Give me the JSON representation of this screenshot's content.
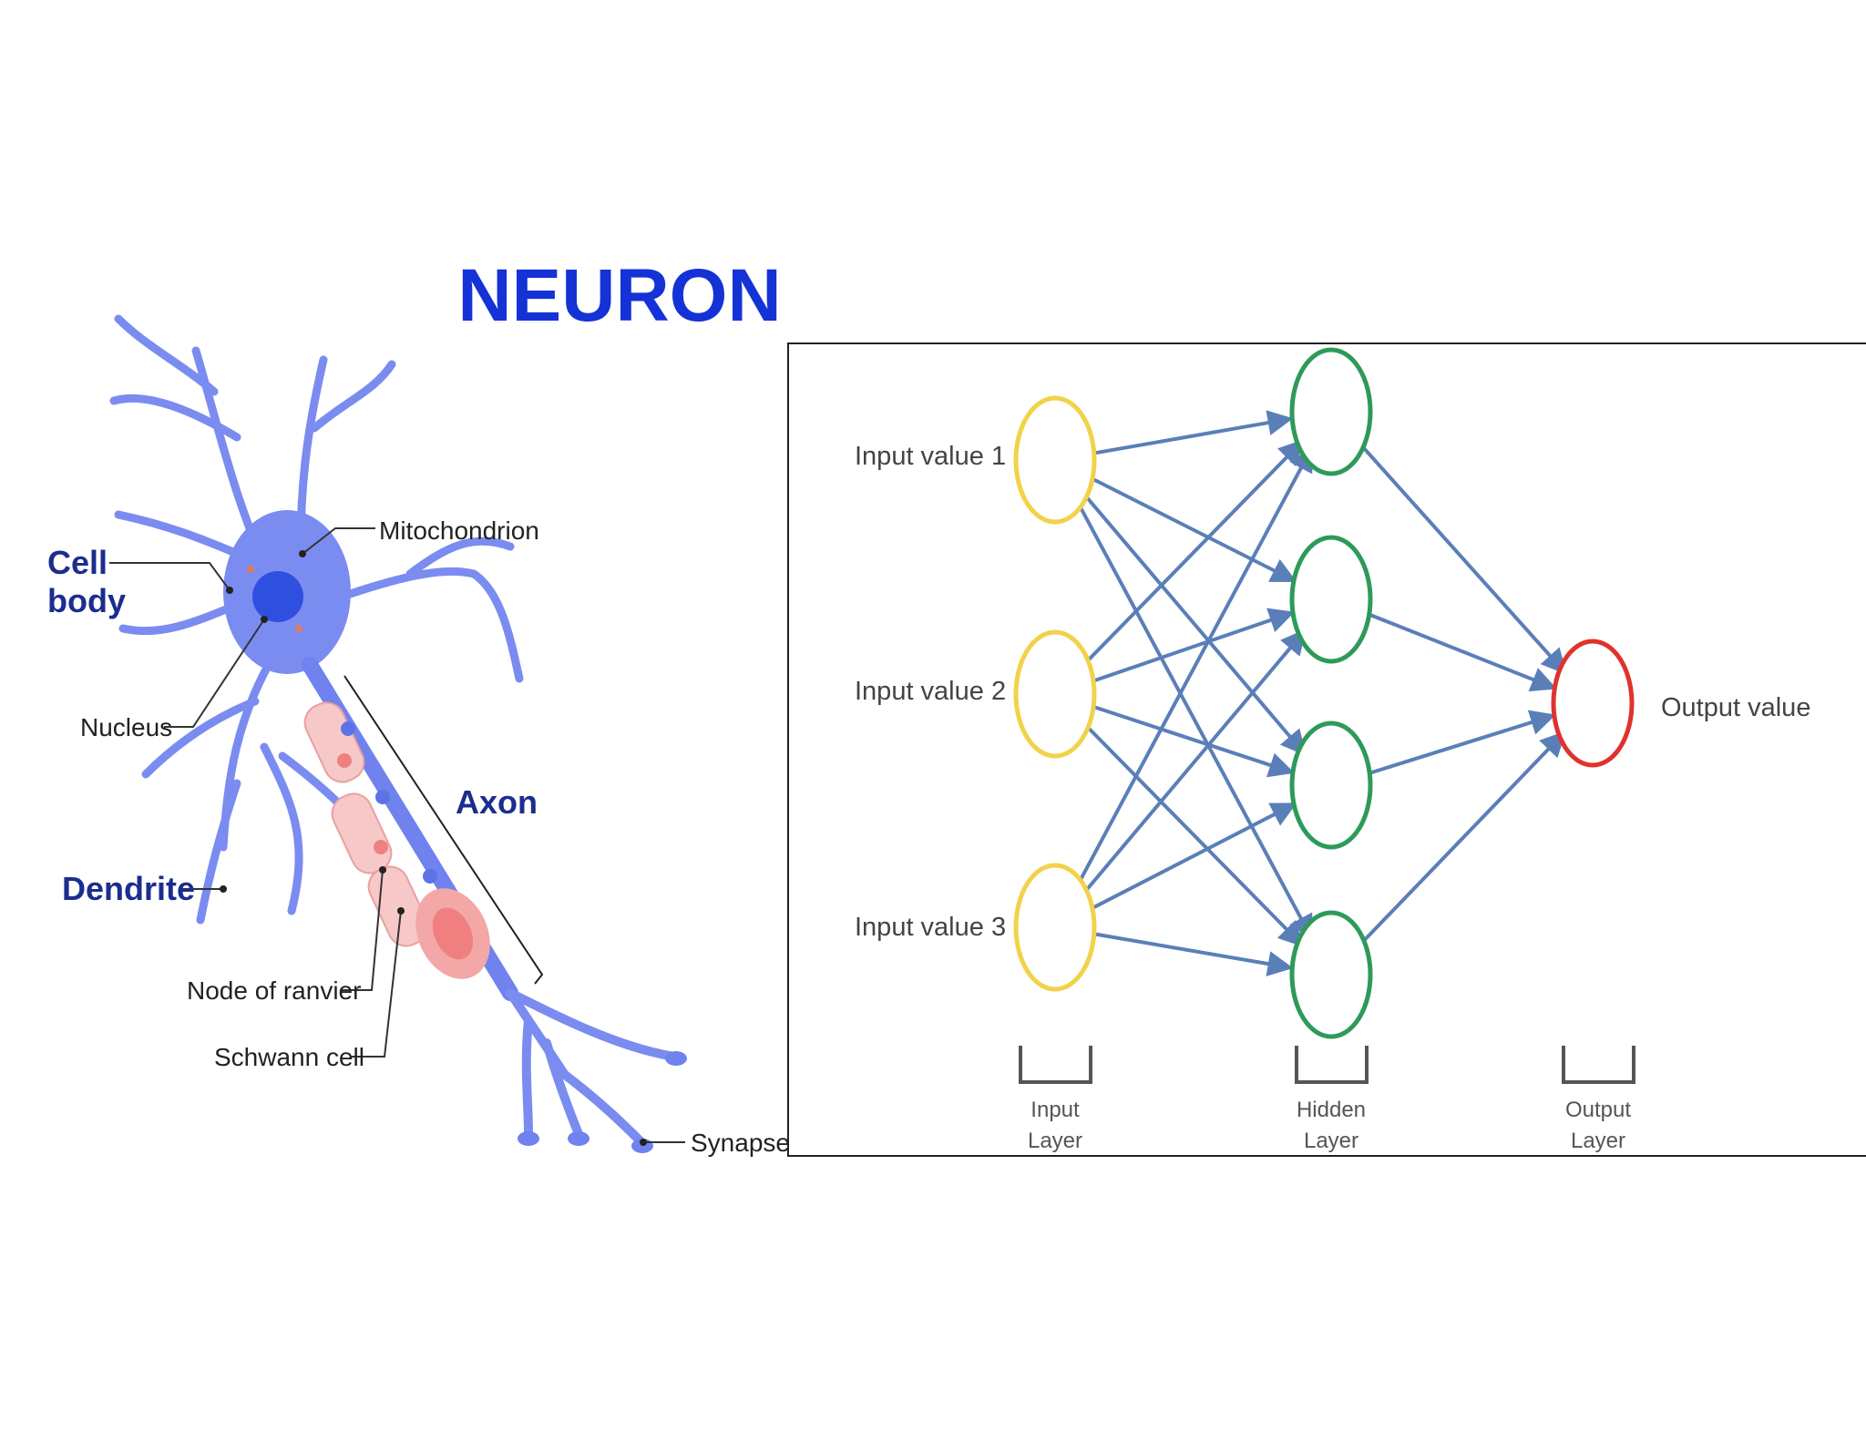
{
  "title": "NEURON",
  "neuron": {
    "labels": {
      "cell_body_line1": "Cell",
      "cell_body_line2": "body",
      "mitochondrion": "Mitochondrion",
      "nucleus": "Nucleus",
      "axon": "Axon",
      "dendrite": "Dendrite",
      "node_of_ranvier": "Node of ranvier",
      "schwann_cell": "Schwann cell",
      "synapse": "Synapse"
    },
    "colors": {
      "body": "#7b8cf0",
      "nucleus": "#2f4fe0",
      "label_blue": "#1c2d8f",
      "myelin": "#f7c8c8",
      "node": "#f08080"
    }
  },
  "network": {
    "inputs": [
      "Input value 1",
      "Input value 2",
      "Input value 3"
    ],
    "output": "Output value",
    "layers": [
      {
        "line1": "Input",
        "line2": "Layer"
      },
      {
        "line1": "Hidden",
        "line2": "Layer"
      },
      {
        "line1": "Output",
        "line2": "Layer"
      }
    ],
    "colors": {
      "input": "#f2d24b",
      "hidden": "#2e9a5a",
      "output": "#e0322d",
      "edge": "#5a7fb8"
    }
  }
}
